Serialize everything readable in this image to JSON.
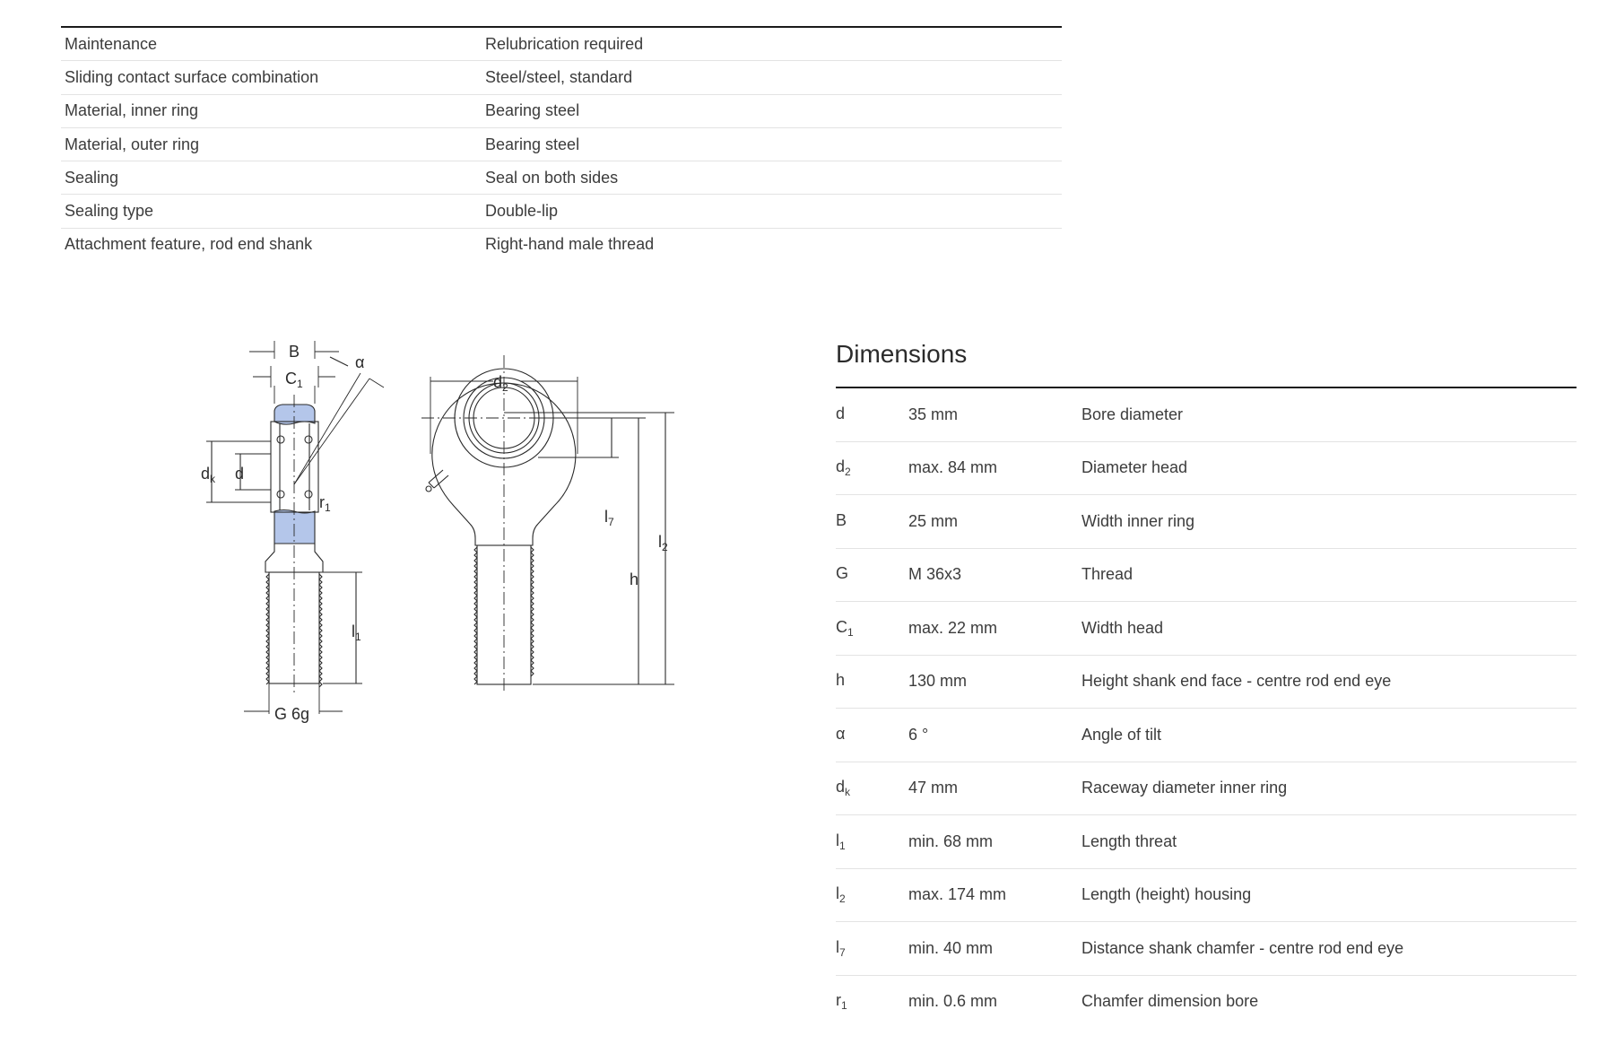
{
  "properties": [
    {
      "label": "Maintenance",
      "value": "Relubrication required"
    },
    {
      "label": "Sliding contact surface combination",
      "value": "Steel/steel, standard"
    },
    {
      "label": "Material, inner ring",
      "value": "Bearing steel"
    },
    {
      "label": "Material, outer ring",
      "value": "Bearing steel"
    },
    {
      "label": "Sealing",
      "value": "Seal on both sides"
    },
    {
      "label": "Sealing type",
      "value": "Double-lip"
    },
    {
      "label": "Attachment feature, rod end shank",
      "value": "Right-hand male thread"
    }
  ],
  "drawing": {
    "labels": {
      "B": "B",
      "C": "C",
      "C_sub": "1",
      "alpha": "α",
      "dk": "d",
      "dk_sub": "k",
      "d": "d",
      "r": "r",
      "r_sub": "1",
      "l1": "l",
      "l1_sub": "1",
      "g6g": "G 6g",
      "d2": "d",
      "d2_sub": "2",
      "l7": "l",
      "l7_sub": "7",
      "l2": "l",
      "l2_sub": "2",
      "h": "h"
    },
    "colors": {
      "line": "#2a2a2a",
      "seal": "#b4c6ea"
    }
  },
  "dimensions": {
    "title": "Dimensions",
    "rows": [
      {
        "symbol": "d",
        "sub": "",
        "value": "35 mm",
        "description": "Bore diameter"
      },
      {
        "symbol": "d",
        "sub": "2",
        "value": "max. 84 mm",
        "description": "Diameter head"
      },
      {
        "symbol": "B",
        "sub": "",
        "value": "25 mm",
        "description": "Width inner ring"
      },
      {
        "symbol": "G",
        "sub": "",
        "value": "M 36x3",
        "description": "Thread"
      },
      {
        "symbol": "C",
        "sub": "1",
        "value": "max. 22 mm",
        "description": "Width head"
      },
      {
        "symbol": "h",
        "sub": "",
        "value": "130 mm",
        "description": "Height shank end face - centre rod end eye"
      },
      {
        "symbol": "α",
        "sub": "",
        "value": "6 °",
        "description": "Angle of tilt"
      },
      {
        "symbol": "d",
        "sub": "k",
        "value": "47 mm",
        "description": "Raceway diameter inner ring"
      },
      {
        "symbol": "l",
        "sub": "1",
        "value": "min. 68 mm",
        "description": "Length threat"
      },
      {
        "symbol": "l",
        "sub": "2",
        "value": "max. 174 mm",
        "description": "Length (height) housing"
      },
      {
        "symbol": "l",
        "sub": "7",
        "value": "min. 40 mm",
        "description": "Distance shank chamfer - centre rod end eye"
      },
      {
        "symbol": "r",
        "sub": "1",
        "value": "min. 0.6 mm",
        "description": "Chamfer dimension bore"
      }
    ]
  }
}
